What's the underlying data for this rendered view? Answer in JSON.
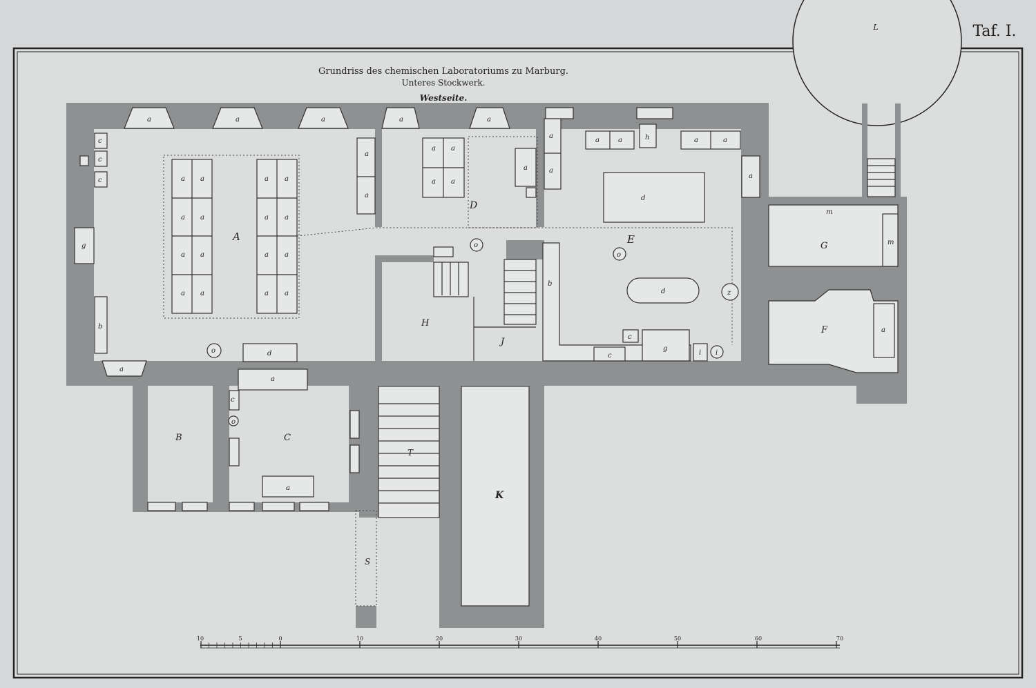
{
  "plate": "Taf. I.",
  "title": {
    "line1": "Grundriss des chemischen Laboratoriums zu Marburg.",
    "line2": "Unteres Stockwerk.",
    "line3": "Westseite."
  },
  "rooms": {
    "A": "A",
    "B": "B",
    "C": "C",
    "D": "D",
    "E": "E",
    "F": "F",
    "G": "G",
    "H": "H",
    "J": "J",
    "K": "K",
    "L": "L",
    "S": "S",
    "T": "T"
  },
  "fixtures": {
    "a": "a",
    "b": "b",
    "c": "c",
    "d": "d",
    "g": "g",
    "h": "h",
    "i": "i",
    "m": "m",
    "o": "o",
    "z": "z"
  },
  "scale": {
    "ticks": [
      "10",
      "5",
      "0",
      "10",
      "20",
      "30",
      "40",
      "50",
      "60",
      "70"
    ]
  }
}
